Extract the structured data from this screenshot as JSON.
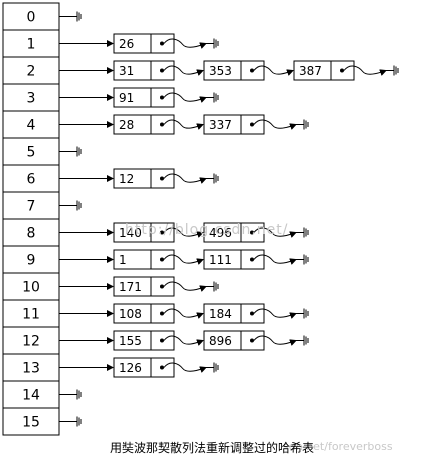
{
  "buckets": [
    {
      "index": "0",
      "chain": []
    },
    {
      "index": "1",
      "chain": [
        "26"
      ]
    },
    {
      "index": "2",
      "chain": [
        "31",
        "353",
        "387"
      ]
    },
    {
      "index": "3",
      "chain": [
        "91"
      ]
    },
    {
      "index": "4",
      "chain": [
        "28",
        "337"
      ]
    },
    {
      "index": "5",
      "chain": []
    },
    {
      "index": "6",
      "chain": [
        "12"
      ]
    },
    {
      "index": "7",
      "chain": []
    },
    {
      "index": "8",
      "chain": [
        "140",
        "496"
      ]
    },
    {
      "index": "9",
      "chain": [
        "1",
        "111"
      ]
    },
    {
      "index": "10",
      "chain": [
        "171"
      ]
    },
    {
      "index": "11",
      "chain": [
        "108",
        "184"
      ]
    },
    {
      "index": "12",
      "chain": [
        "155",
        "896"
      ]
    },
    {
      "index": "13",
      "chain": [
        "126"
      ]
    },
    {
      "index": "14",
      "chain": []
    },
    {
      "index": "15",
      "chain": []
    }
  ],
  "caption": "用奘波那契散列法重新调整过的哈希表",
  "watermark": "http://blog.csdn.net/",
  "watermark_footer": "sdn.net/foreverboss"
}
